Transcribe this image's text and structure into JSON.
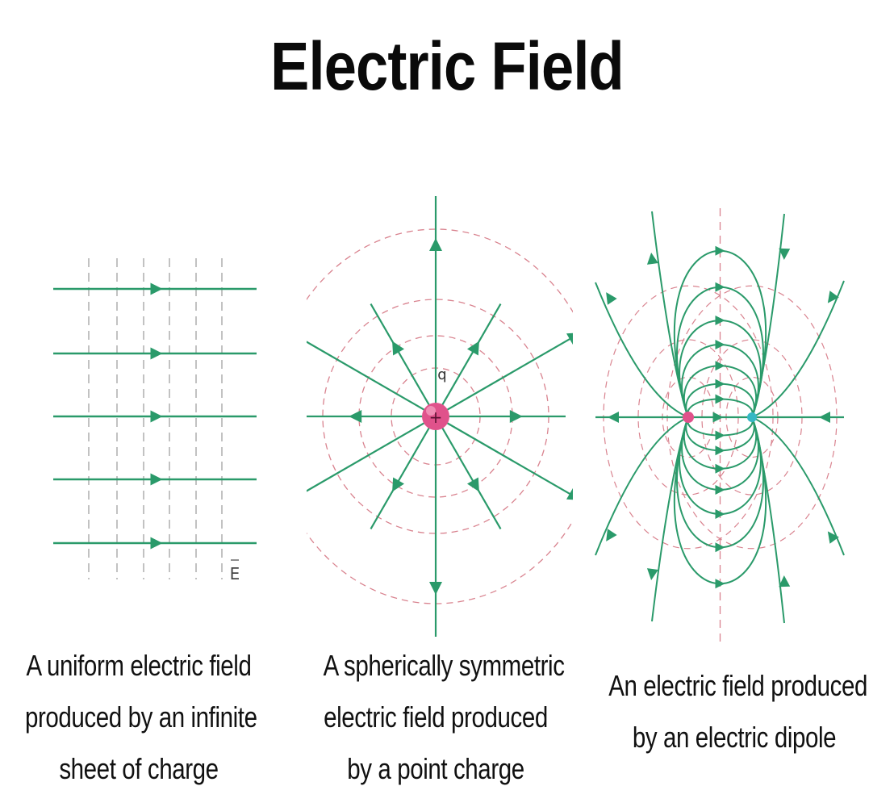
{
  "title": "Electric Field",
  "colors": {
    "field_line": "#2a9a6a",
    "equipotential": "#d9838f",
    "sheet_line": "#9a9a9a",
    "positive_charge": "#e0528b",
    "negative_charge": "#35b8c4",
    "text": "#111111"
  },
  "panels": {
    "uniform": {
      "field_label": "E",
      "caption": [
        "A uniform electric field",
        "produced by an infinite",
        "sheet of charge"
      ]
    },
    "spherical": {
      "charge_label": "q",
      "charge_sign": "+",
      "caption": [
        "A spherically symmetric",
        "electric field produced",
        "by a point charge"
      ]
    },
    "dipole": {
      "caption": [
        "An electric field produced",
        "by an electric dipole"
      ]
    }
  }
}
